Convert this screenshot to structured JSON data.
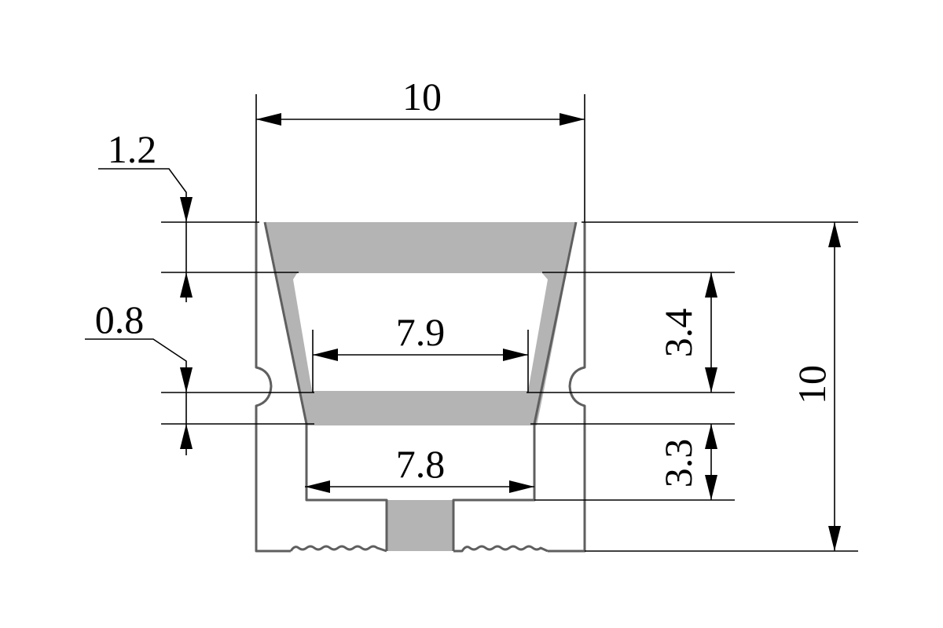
{
  "drawing": {
    "title": "Profile cross-section dimensions",
    "colors": {
      "outline": "#5f5f5f",
      "diffuser": "#b4b4b4",
      "dimension": "#000000"
    },
    "dimensions": {
      "overall_width": "10",
      "overall_height": "10",
      "top_thickness": "1.2",
      "mid_thickness": "0.8",
      "upper_inner_width": "7.9",
      "lower_inner_width": "7.8",
      "upper_cavity_height": "3.4",
      "lower_cavity_height": "3.3"
    }
  }
}
